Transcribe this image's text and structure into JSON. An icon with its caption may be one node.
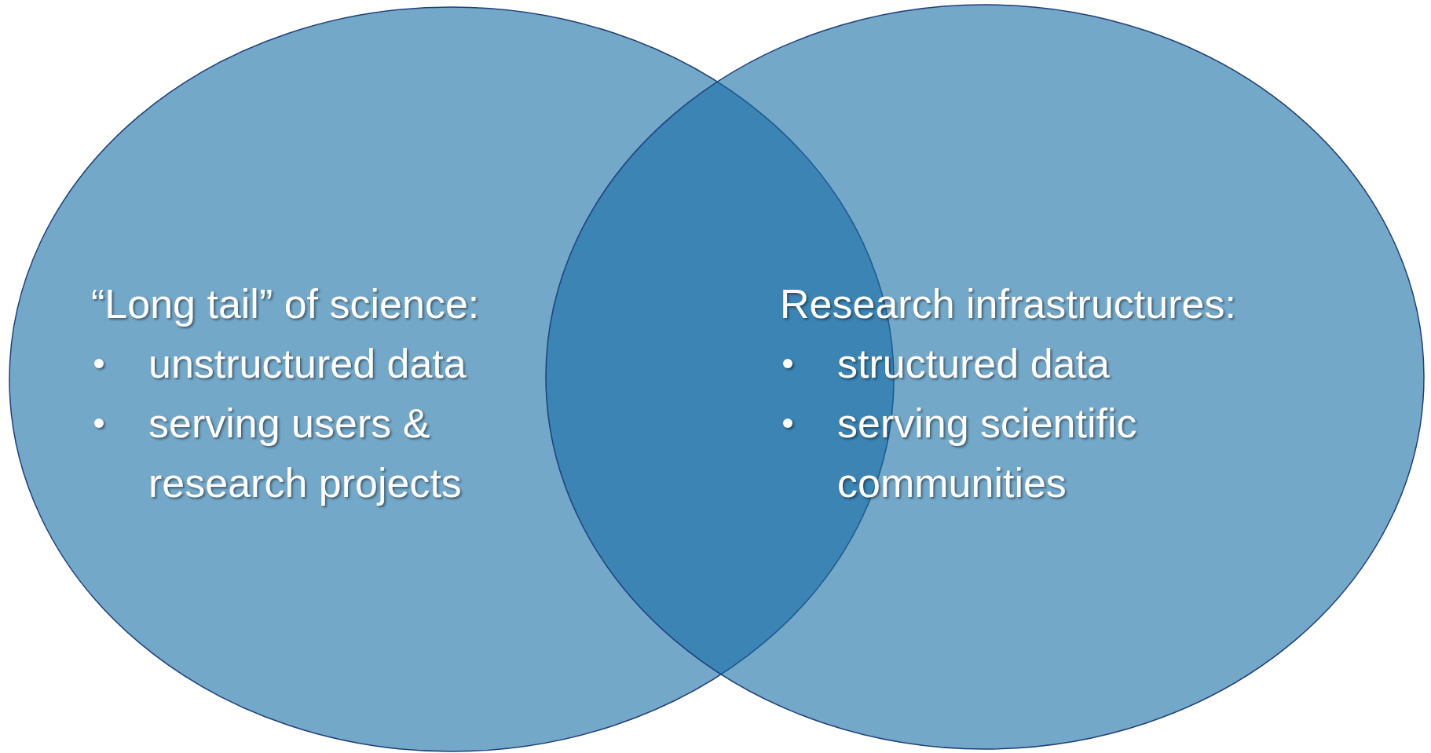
{
  "diagram": {
    "nodes": [
      {
        "text": [
          "“Long tail” of science:",
          "unstructured data",
          "serving users & research projects"
        ]
      },
      {
        "text": [
          "Research infrastructures:",
          "structured data",
          "serving scientific communities"
        ]
      }
    ]
  }
}
